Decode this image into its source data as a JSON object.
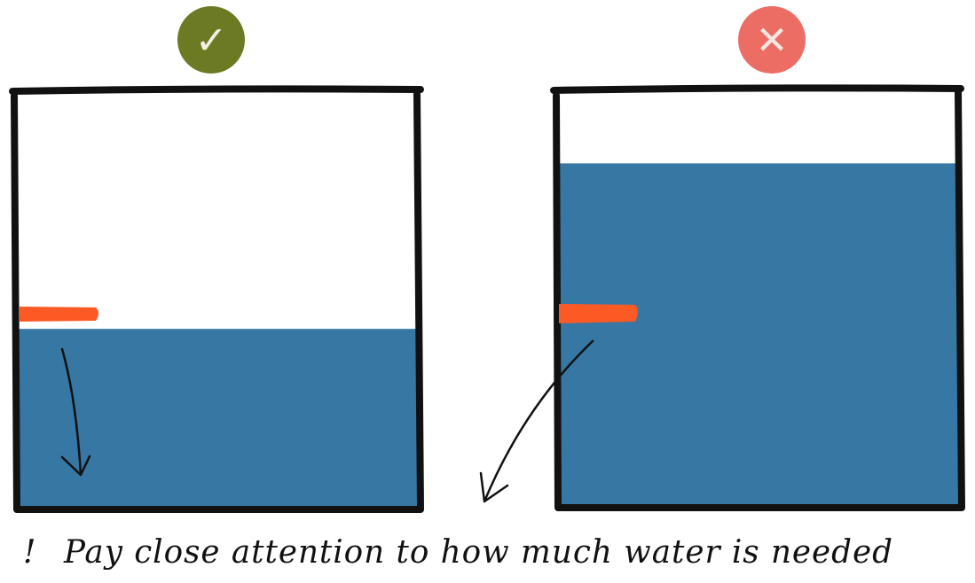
{
  "panels": [
    {
      "verdict": "correct",
      "badge_icon": "checkmark-icon",
      "badge_glyph": "✓",
      "badge_color": "#6b7a23",
      "glyph_color": "#f3efe2",
      "water_level_fraction": 0.43
    },
    {
      "verdict": "incorrect",
      "badge_icon": "cross-icon",
      "badge_glyph": "✕",
      "badge_color": "#ec6d64",
      "glyph_color": "#f7e6e1",
      "water_level_fraction": 0.83
    }
  ],
  "colors": {
    "water": "#3677a4",
    "marker": "#fb5a24",
    "outline": "#111111"
  },
  "caption": {
    "exclamation": "!",
    "text": "Pay close attention to how much water is needed"
  }
}
